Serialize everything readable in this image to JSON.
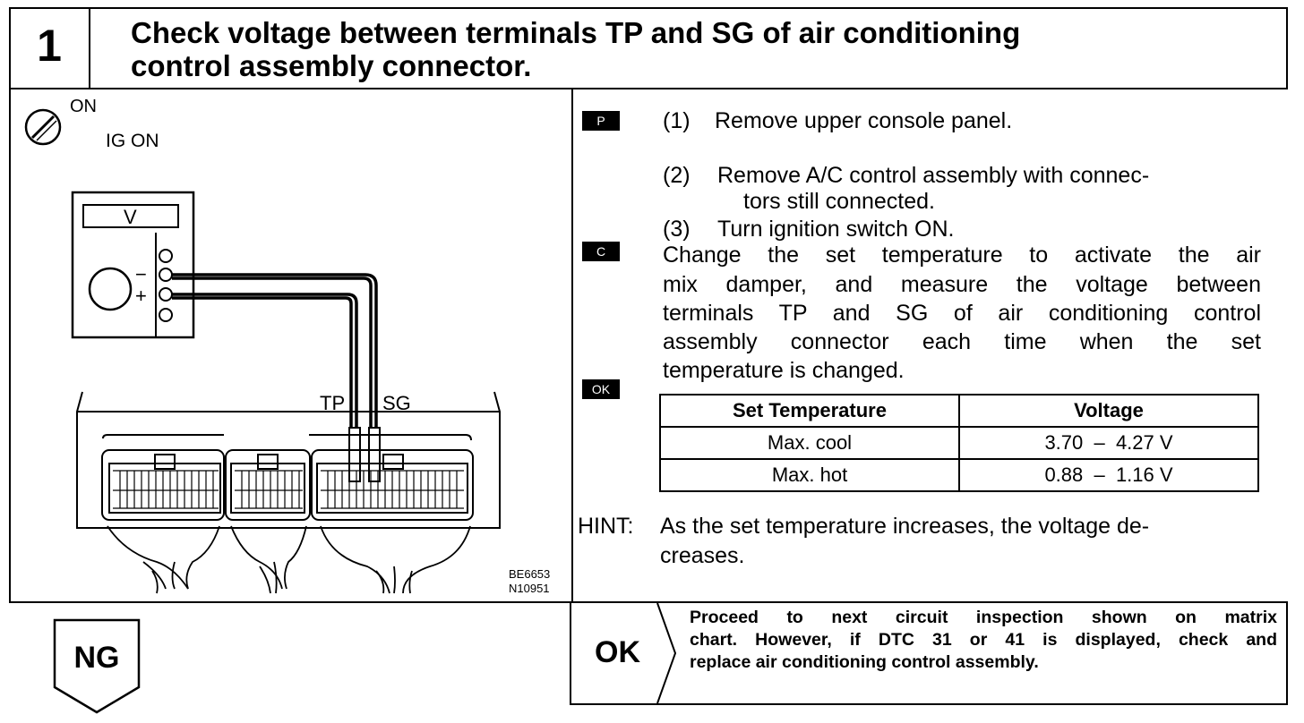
{
  "header": {
    "step_number": "1",
    "title_line1": "Check voltage between terminals TP and SG of air conditioning",
    "title_line2": "control assembly connector."
  },
  "figure": {
    "switch_on": "ON",
    "ig_on": "IG ON",
    "meter_label": "V",
    "minus": "−",
    "plus": "+",
    "tp_label": "TP",
    "sg_label": "SG",
    "code1": "BE6653",
    "code2": "N10951"
  },
  "procedure": {
    "tag_p": "P",
    "tag_c": "C",
    "tag_ok": "OK",
    "step1_num": "(1)",
    "step1": "Remove upper console panel.",
    "step2_num": "(2)",
    "step2_line1": "Remove A/C control assembly with connec-",
    "step2_line2": "tors still connected.",
    "step3_num": "(3)",
    "step3": "Turn ignition switch ON.",
    "check_lines": [
      "Change the set temperature to activate the air",
      "mix damper, and measure the voltage between",
      "terminals TP and SG of air conditioning control",
      "assembly connector each time when the set",
      "temperature is changed."
    ]
  },
  "table": {
    "headers": [
      "Set Temperature",
      "Voltage"
    ],
    "rows": [
      [
        "Max. cool",
        "3.70  –  4.27 V"
      ],
      [
        "Max. hot",
        "0.88  –  1.16 V"
      ]
    ]
  },
  "hint": {
    "label": "HINT:",
    "line1": "As the set temperature increases, the voltage de-",
    "line2": "creases."
  },
  "ng": {
    "label": "NG"
  },
  "ok_result": {
    "label": "OK",
    "line1": "Proceed to next circuit inspection shown on matrix",
    "line2": "chart. However, if DTC 31 or 41 is displayed, check and",
    "line3": "replace air conditioning control assembly."
  }
}
